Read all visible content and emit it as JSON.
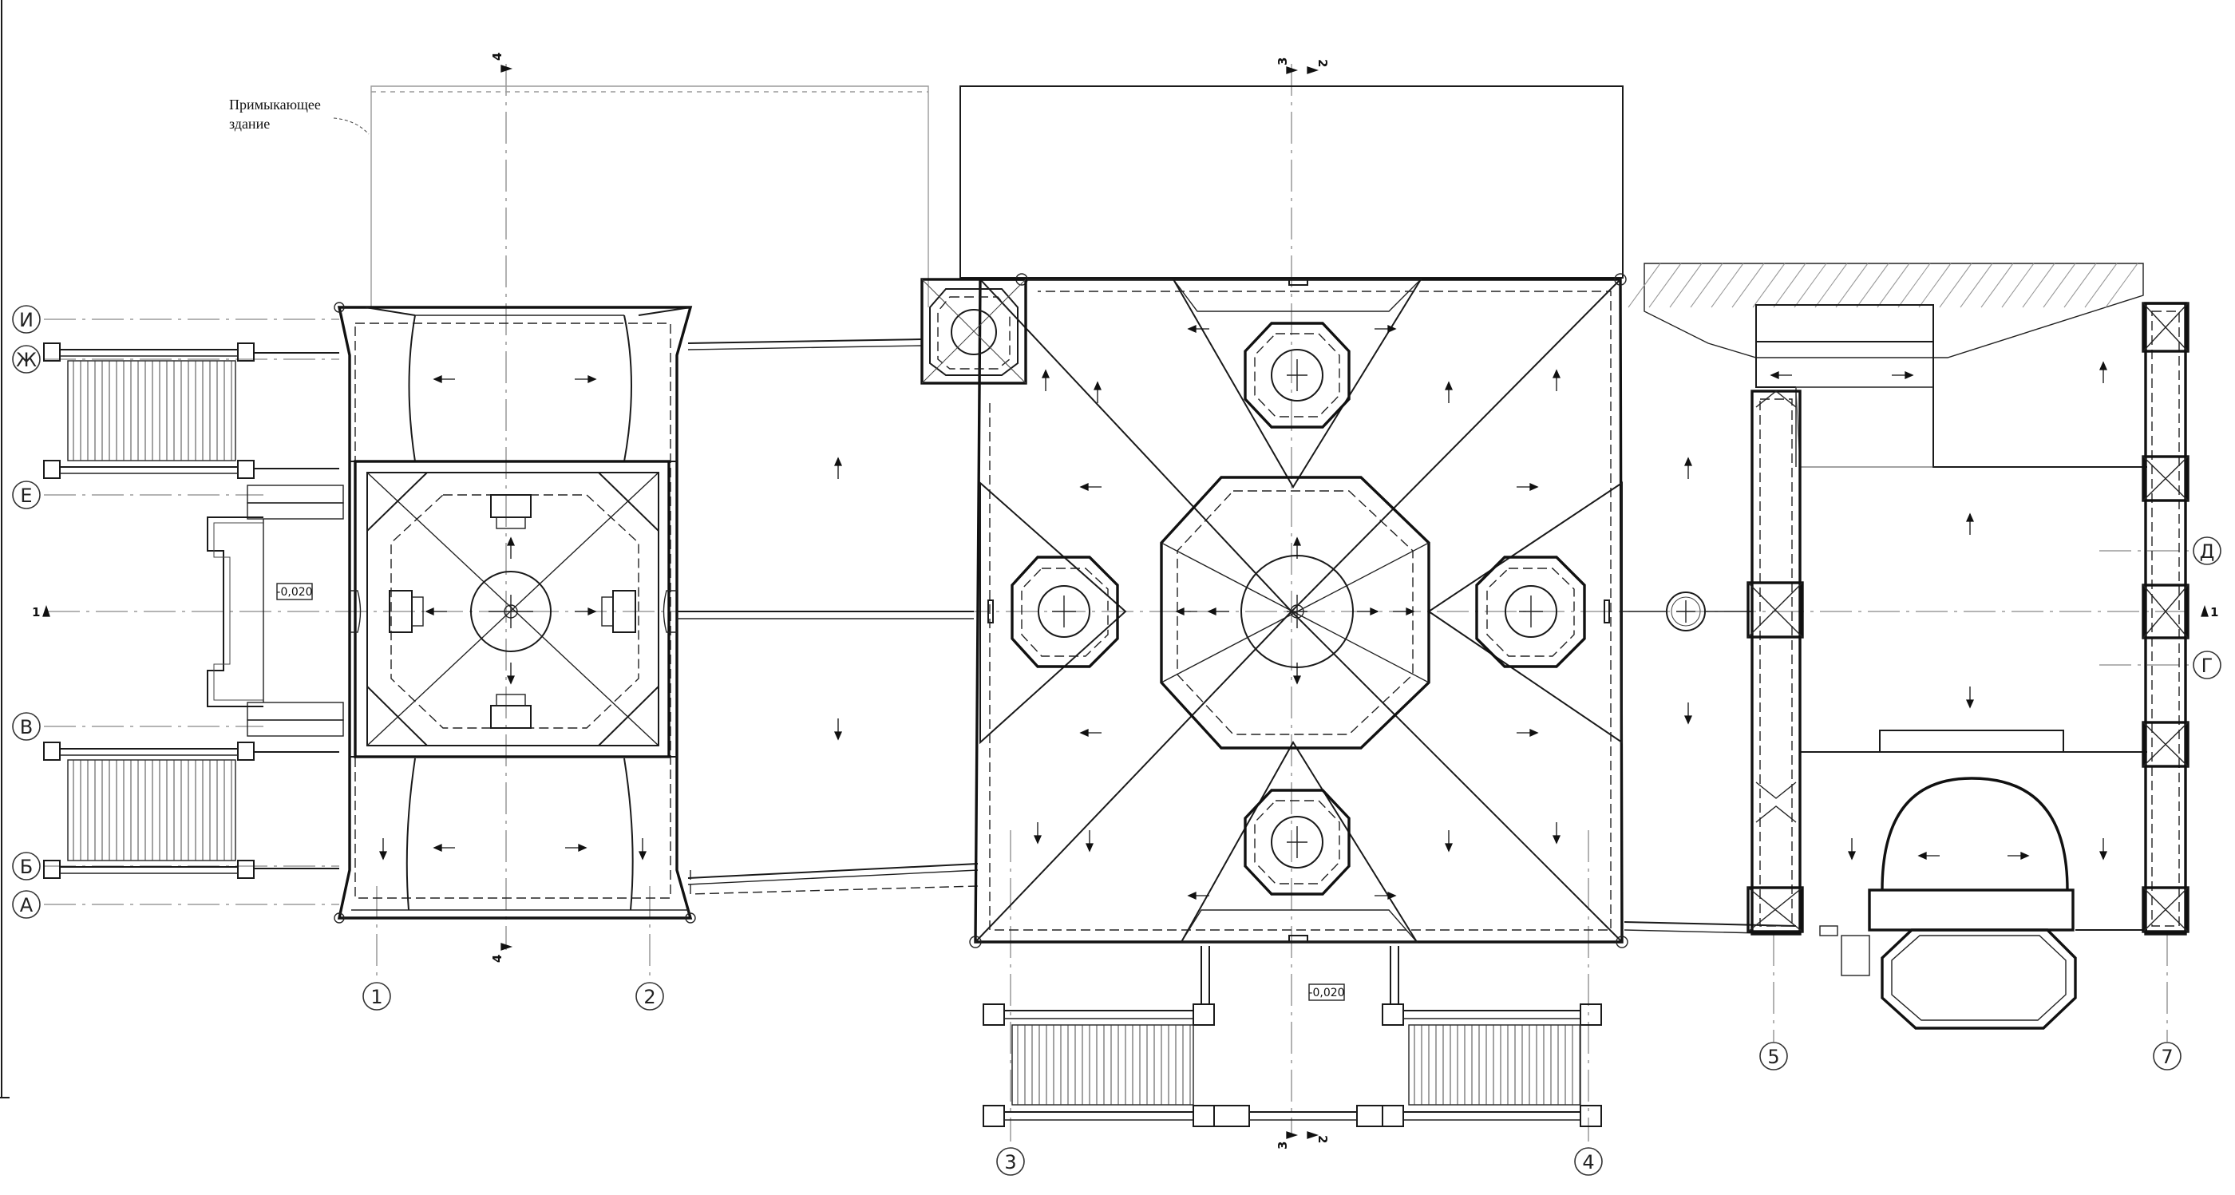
{
  "drawing": {
    "note_adjacent_line1": "Примыкающее",
    "note_adjacent_line2": "здание",
    "elevation_left": "-0,020",
    "elevation_bottom": "-0,020"
  },
  "grid_axes_letters": [
    "И",
    "Ж",
    "Е",
    "В",
    "Б",
    "А",
    "Д",
    "Г"
  ],
  "grid_axes_numbers": [
    "1",
    "2",
    "3",
    "4",
    "5",
    "7"
  ],
  "section_marks": {
    "sec1_left": "1",
    "sec1_right": "1",
    "sec4_top": "4",
    "sec4_bottom": "4",
    "sec3_top": "3",
    "sec2_top": "2",
    "sec3_bottom": "3",
    "sec2_bottom": "2"
  }
}
